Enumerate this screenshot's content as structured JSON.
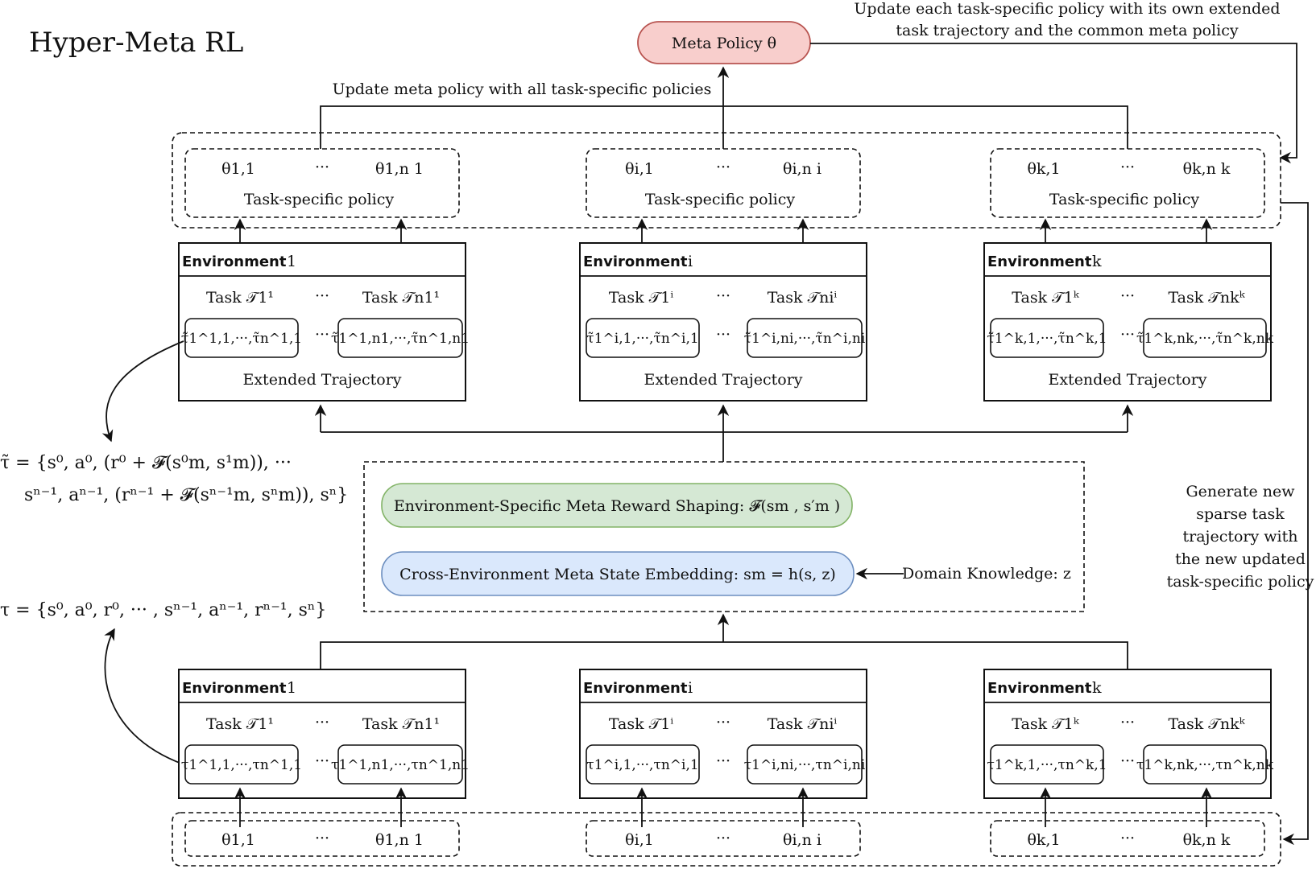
{
  "title": "Hyper-Meta RL",
  "meta_policy": {
    "label": "Meta Policy θ",
    "fill": "#f8cecc",
    "stroke": "#b85450"
  },
  "notes": {
    "update_each_line1": "Update each task-specific policy with its own extended",
    "update_each_line2": "task trajectory and the common meta policy",
    "update_meta": "Update meta policy with all task-specific policies",
    "generate_line1": "Generate new",
    "generate_line2": "sparse task",
    "generate_line3": "trajectory with",
    "generate_line4": "the new updated",
    "generate_line5": "task-specific policy"
  },
  "ellipsis": "···",
  "policy_groups": [
    {
      "first": "θ1,1",
      "last": "θ1,n 1",
      "label": "Task-specific policy"
    },
    {
      "first": "θi,1",
      "last": "θi,n i",
      "label": "Task-specific policy"
    },
    {
      "first": "θk,1",
      "last": "θk,n k",
      "label": "Task-specific policy"
    }
  ],
  "bottom_params": [
    {
      "first": "θ1,1",
      "last": "θ1,n 1"
    },
    {
      "first": "θi,1",
      "last": "θi,n i"
    },
    {
      "first": "θk,1",
      "last": "θk,n k"
    }
  ],
  "env_word": "Environment",
  "environments_top": [
    {
      "id": "1",
      "task_first": "Task 𝒯1¹",
      "task_last": "Task 𝒯n1¹",
      "traj_first": "τ̃1^1,1,···,τ̃n^1,1",
      "traj_last": "τ̃1^1,n1,···,τ̃n^1,n1",
      "footer": "Extended Trajectory"
    },
    {
      "id": "i",
      "task_first": "Task 𝒯1ⁱ",
      "task_last": "Task 𝒯niⁱ",
      "traj_first": "τ̃1^i,1,···,τ̃n^i,1",
      "traj_last": "τ̃1^i,ni,···,τ̃n^i,ni",
      "footer": "Extended Trajectory"
    },
    {
      "id": "k",
      "task_first": "Task 𝒯1ᵏ",
      "task_last": "Task 𝒯nkᵏ",
      "traj_first": "τ̃1^k,1,···,τ̃n^k,1",
      "traj_last": "τ̃1^k,nk,···,τ̃n^k,nk",
      "footer": "Extended Trajectory"
    }
  ],
  "environments_bottom": [
    {
      "id": "1",
      "task_first": "Task 𝒯1¹",
      "task_last": "Task 𝒯n1¹",
      "traj_first": "τ1^1,1,···,τn^1,1",
      "traj_last": "τ1^1,n1,···,τn^1,n1"
    },
    {
      "id": "i",
      "task_first": "Task 𝒯1ⁱ",
      "task_last": "Task 𝒯niⁱ",
      "traj_first": "τ1^i,1,···,τn^i,1",
      "traj_last": "τ1^i,ni,···,τn^i,ni"
    },
    {
      "id": "k",
      "task_first": "Task 𝒯1ᵏ",
      "task_last": "Task 𝒯nkᵏ",
      "traj_first": "τ1^k,1,···,τn^k,1",
      "traj_last": "τ1^k,nk,···,τn^k,nk"
    }
  ],
  "meta_modules": {
    "reward_shaping": {
      "label": "Environment-Specific Meta Reward Shaping: 𝓕(sm , s′m )",
      "fill": "#d5e8d4",
      "stroke": "#82b366"
    },
    "state_embedding": {
      "label": "Cross-Environment Meta State Embedding: sm = h(s, z)",
      "fill": "#dae8fc",
      "stroke": "#6c8ebf"
    },
    "domain_knowledge": "Domain Knowledge:  z"
  },
  "equations": {
    "extended_line1": "τ̃ = {s⁰, a⁰, (r⁰ + 𝓕(s⁰m, s¹m)), ···",
    "extended_line2": "sⁿ⁻¹, aⁿ⁻¹, (rⁿ⁻¹ + 𝓕(sⁿ⁻¹m, sⁿm)), sⁿ}",
    "sparse": "τ = {s⁰, a⁰, r⁰, ··· , sⁿ⁻¹, aⁿ⁻¹, rⁿ⁻¹, sⁿ}"
  }
}
